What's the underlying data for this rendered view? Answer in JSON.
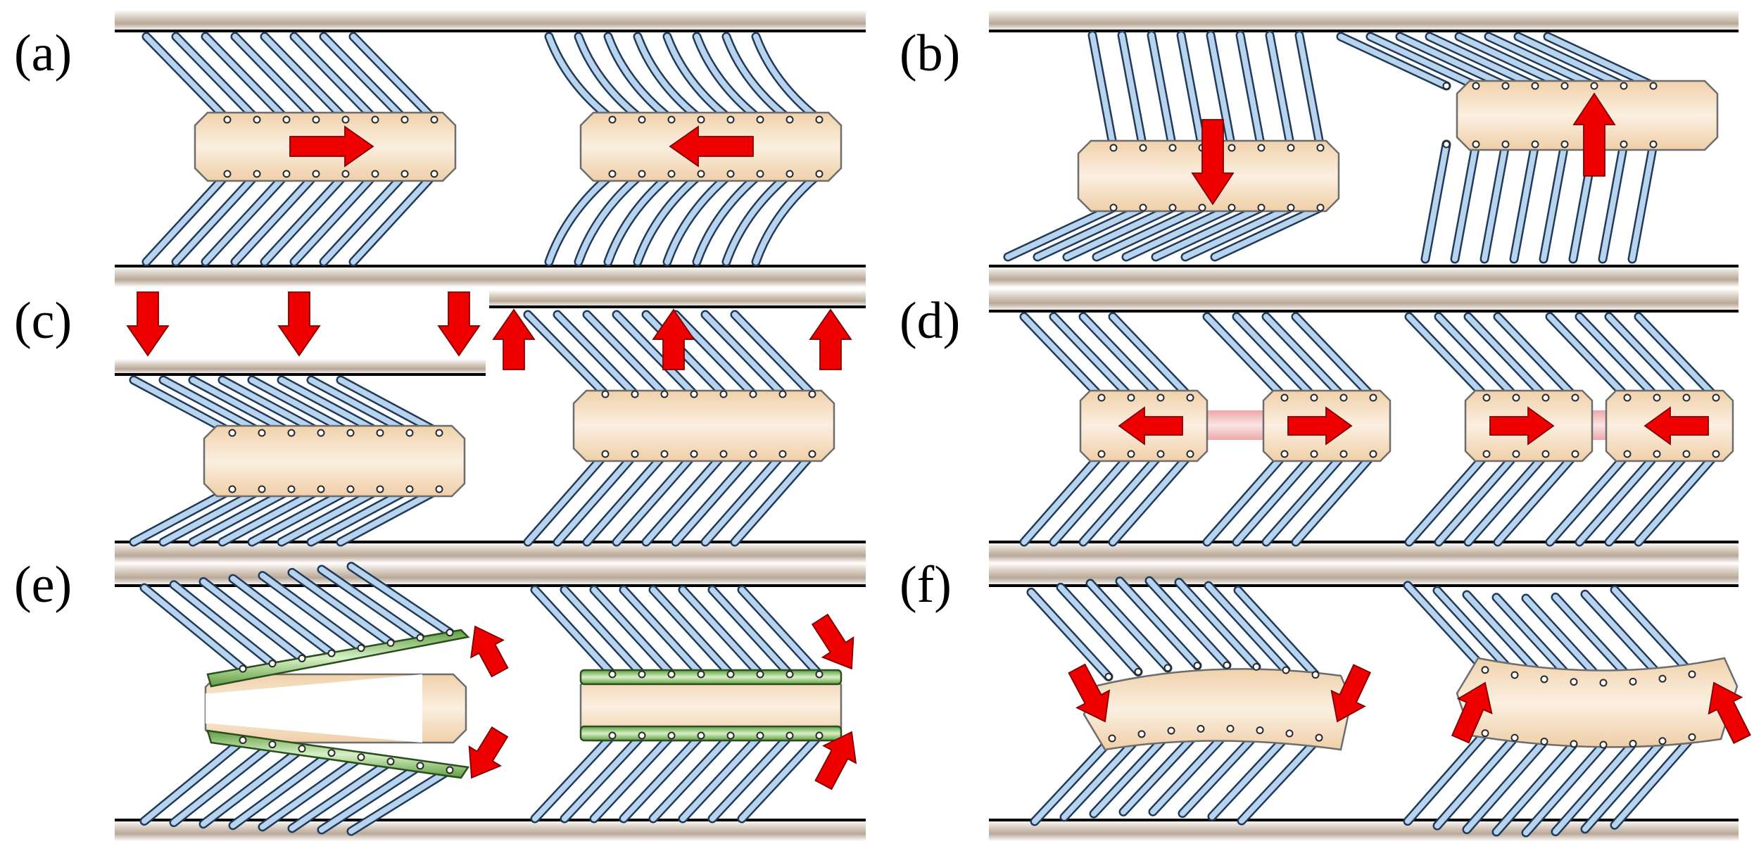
{
  "figure": {
    "panels": [
      {
        "id": "a",
        "label": "(a)"
      },
      {
        "id": "b",
        "label": "(b)"
      },
      {
        "id": "c",
        "label": "(c)"
      },
      {
        "id": "d",
        "label": "(d)"
      },
      {
        "id": "e",
        "label": "(e)"
      },
      {
        "id": "f",
        "label": "(f)"
      }
    ]
  },
  "colors": {
    "wall": "#c9bcae",
    "body": "#f2d7b5",
    "leg_fill": "#b8d4ec",
    "leg_stroke": "#1f3a5c",
    "arrow": "#ee0000",
    "green_plate": "#6fae4e",
    "link": "#f0b5b5"
  },
  "icons": {
    "leg": "slanted-leg-icon",
    "arrow": "force-arrow-icon",
    "pivot": "pivot-joint-icon"
  }
}
